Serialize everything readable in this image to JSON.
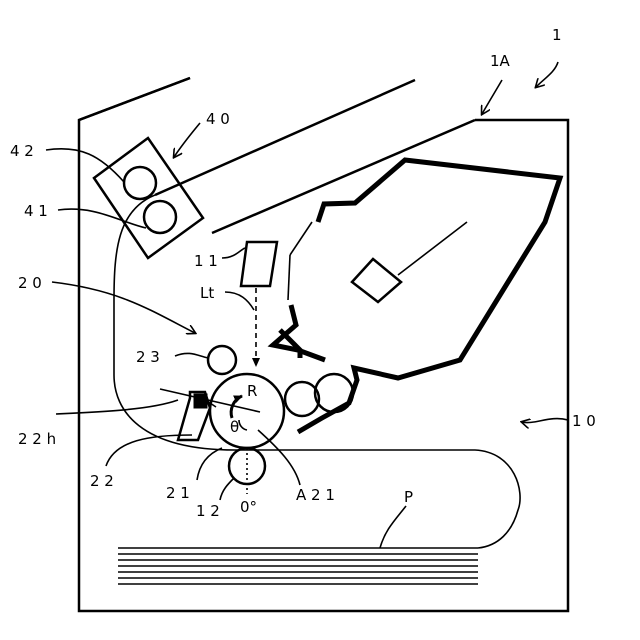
{
  "labels": {
    "ref_1": "1",
    "ref_1A": "1A",
    "ref_40": "4 0",
    "ref_42": "4 2",
    "ref_41": "4 1",
    "ref_11": "1 1",
    "ref_Lt": "Lt",
    "ref_20": "2 0",
    "ref_23": "2 3",
    "ref_R": "R",
    "ref_theta": "θ",
    "ref_22h": "2 2 h",
    "ref_22": "2 2",
    "ref_21": "2 1",
    "ref_12": "1 2",
    "ref_0deg": "0°",
    "ref_A21": "A 2 1",
    "ref_P": "P",
    "ref_10": "1 0"
  }
}
